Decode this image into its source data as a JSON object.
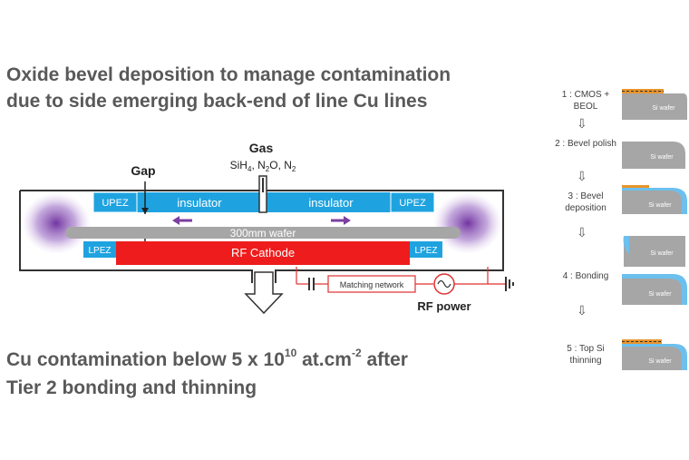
{
  "headline": {
    "line1": "Oxide bevel deposition to manage contamination",
    "line2": "due to side emerging back-end of line Cu lines"
  },
  "conclusion": {
    "l1_pre": "Cu contamination below 5 x 10",
    "l1_exp": "10",
    "l1_mid": " at.cm",
    "l1_exp2": "-2",
    "l1_post": " after",
    "line2": "Tier 2 bonding and thinning"
  },
  "chamber": {
    "gas_label": "Gas",
    "gap_label": "Gap",
    "upez_left": "UPEZ",
    "upez_right": "UPEZ",
    "lpez_left": "LPEZ",
    "lpez_right": "LPEZ",
    "insulator_left": "insulator",
    "insulator_right": "insulator",
    "wafer": "300mm wafer",
    "cathode": "RF Cathode",
    "matching_network": "Matching network",
    "rf_power": "RF power"
  },
  "colors": {
    "insulator": "#1fa3e0",
    "cathode": "#ee1c1c",
    "wafer": "#a6a6a6",
    "plasma": "#7b3fa0",
    "wire": "#e03030",
    "text_dark": "#595959"
  },
  "process_steps": [
    {
      "label": "1 : CMOS + BEOL",
      "wafer_text": "Si wafer"
    },
    {
      "label": "2 : Bevel polish",
      "wafer_text": "Si wafer"
    },
    {
      "label": "3 : Bevel deposition",
      "wafer_text": "Si wafer"
    },
    {
      "label": "",
      "wafer_text": "Si wafer"
    },
    {
      "label": "4 : Bonding",
      "wafer_text": "Si wafer"
    },
    {
      "label": "5 : Top Si thinning",
      "wafer_text": "Si wafer"
    }
  ]
}
